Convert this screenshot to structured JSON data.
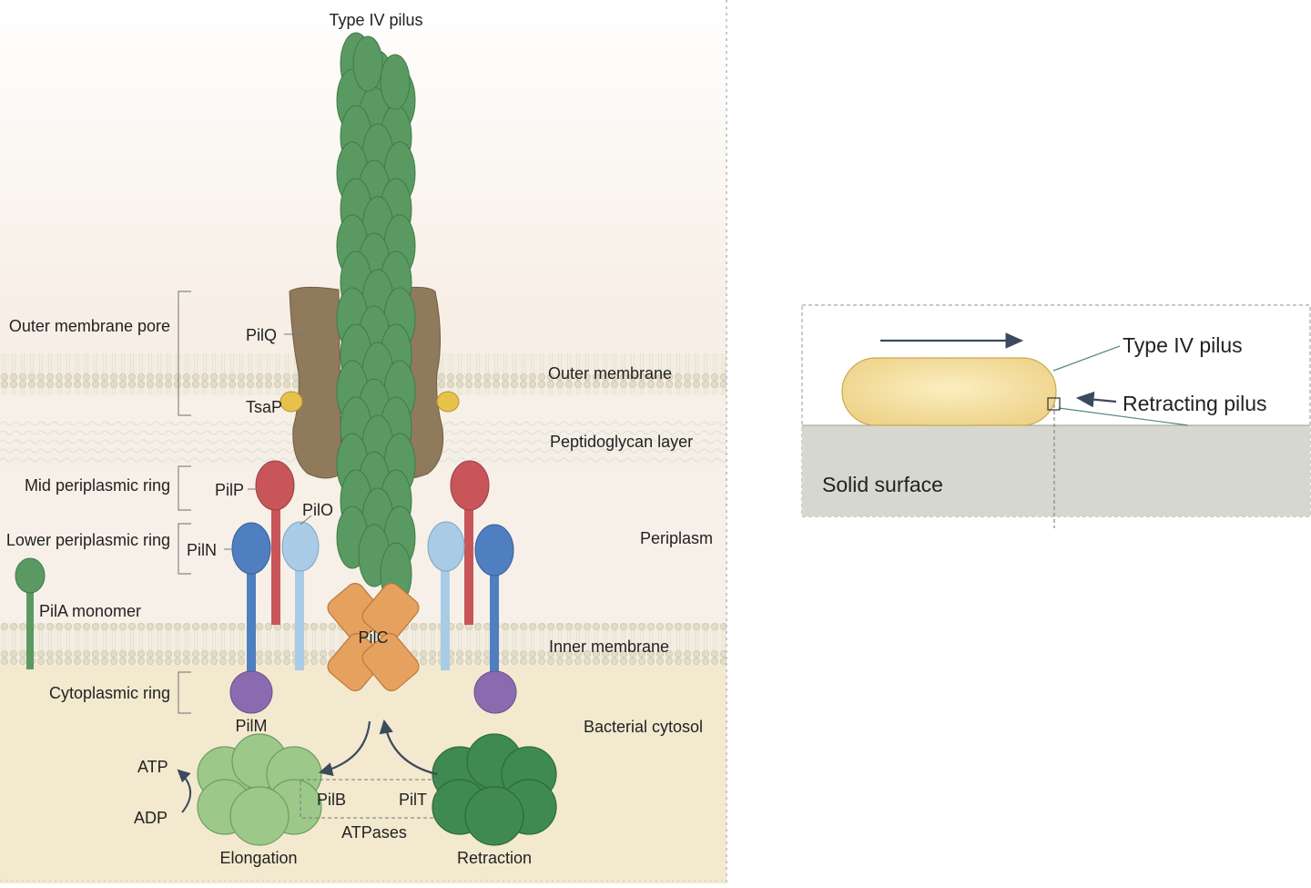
{
  "left_panel": {
    "title": "Type IV pilus",
    "bracket_labels": {
      "outer_membrane_pore": "Outer membrane pore",
      "mid_periplasmic_ring": "Mid periplasmic ring",
      "lower_periplasmic_ring": "Lower periplasmic ring",
      "cytoplasmic_ring": "Cytoplasmic ring"
    },
    "layer_labels": {
      "outer_membrane": "Outer membrane",
      "peptidoglycan_layer": "Peptidoglycan layer",
      "periplasm": "Periplasm",
      "inner_membrane": "Inner membrane",
      "bacterial_cytosol": "Bacterial cytosol"
    },
    "protein_labels": {
      "pilq": "PilQ",
      "tsap": "TsaP",
      "pilp": "PilP",
      "pilo": "PilO",
      "piln": "PilN",
      "pilm": "PilM",
      "pilc": "PilC",
      "pila_monomer": "PilA monomer",
      "pilb": "PilB",
      "pilt": "PilT",
      "atpases": "ATPases",
      "atp": "ATP",
      "adp": "ADP",
      "elongation": "Elongation",
      "retraction": "Retraction"
    },
    "colors": {
      "pilus_green": "#5a9a62",
      "pilq_brown": "#8f7a5c",
      "tsap_yellow": "#e6c24a",
      "pilp_red": "#c8555a",
      "pilo_lightblue": "#a9cbe6",
      "piln_blue": "#4f7fc0",
      "pilm_purple": "#8b6bb0",
      "pilc_orange": "#e6a15f",
      "pilb_lightgreen": "#9cc98a",
      "pilt_darkgreen": "#3f8a50",
      "cytosol_tan": "#f3e9cf"
    }
  },
  "right_panel": {
    "type_iv_pilus": "Type IV pilus",
    "retracting_pilus": "Retracting pilus",
    "solid_surface": "Solid surface",
    "colors": {
      "cell_yellow": "#f2d98c",
      "surface_gray": "#d6d8cf",
      "arrow": "#3b4a5c"
    }
  }
}
